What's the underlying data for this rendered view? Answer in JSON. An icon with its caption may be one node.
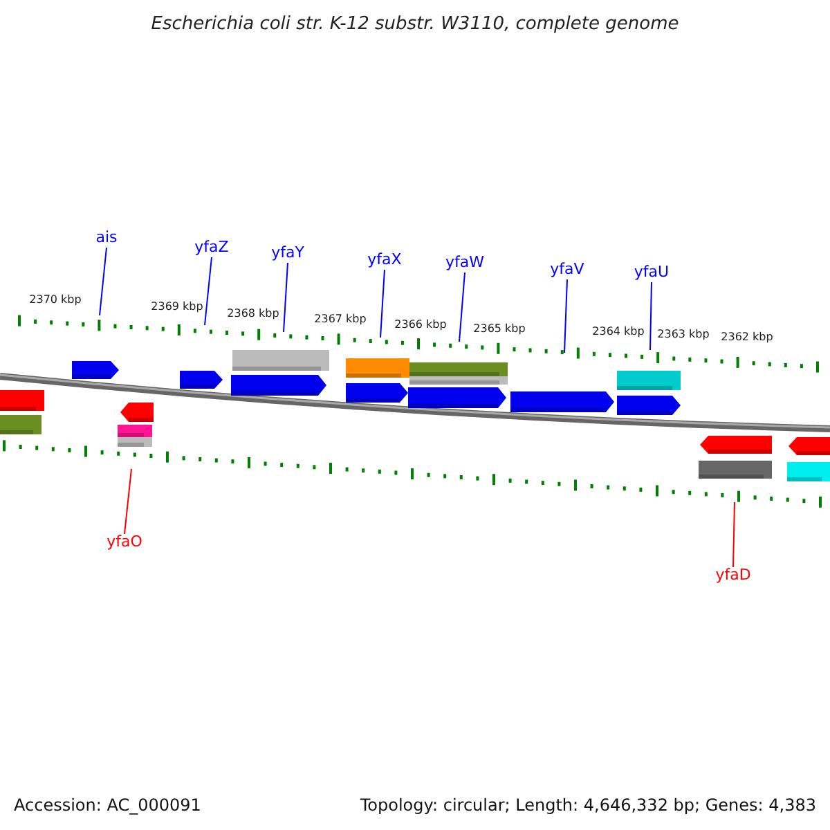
{
  "diagram": {
    "title": "Escherichia coli str. K-12 substr. W3110, complete genome",
    "nodes": [
      {
        "text": [
          "ais"
        ]
      },
      {
        "text": [
          "yfaZ"
        ]
      },
      {
        "text": [
          "yfaY"
        ]
      },
      {
        "text": [
          "yfaX"
        ]
      },
      {
        "text": [
          "yfaW"
        ]
      },
      {
        "text": [
          "yfaV"
        ]
      },
      {
        "text": [
          "yfaU"
        ]
      },
      {
        "text": [
          "yfaO"
        ]
      },
      {
        "text": [
          "yfaD"
        ]
      }
    ],
    "edges": [
      {
        "from": 0,
        "to": null,
        "arrow": "none"
      },
      {
        "from": 1,
        "to": null,
        "arrow": "none"
      },
      {
        "from": 2,
        "to": null,
        "arrow": "none"
      },
      {
        "from": 3,
        "to": null,
        "arrow": "none"
      },
      {
        "from": 4,
        "to": null,
        "arrow": "none"
      },
      {
        "from": 5,
        "to": null,
        "arrow": "none"
      },
      {
        "from": 6,
        "to": null,
        "arrow": "none"
      },
      {
        "from": 7,
        "to": null,
        "arrow": "none",
        "color": "#ff0000"
      },
      {
        "from": 8,
        "to": null,
        "arrow": "none",
        "color": "#ff0000"
      }
    ],
    "labels": [
      "2370 kbp",
      "2369 kbp",
      "2368 kbp",
      "2367 kbp",
      "2366 kbp",
      "2365 kbp",
      "2364 kbp",
      "2363 kbp",
      "2362 kbp",
      "Accession: AC_000091",
      "Topology: circular; Length: 4,646,332 bp; Genes: 4,383"
    ]
  }
}
